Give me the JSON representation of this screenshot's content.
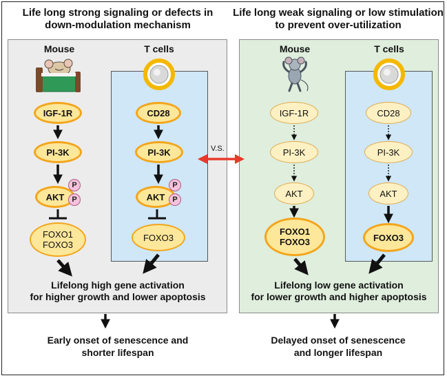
{
  "left": {
    "header": "Life long strong signaling or defects in down-modulation mechanism",
    "mouse_label": "Mouse",
    "tcells_label": "T cells",
    "mouse_nodes": [
      "IGF-1R",
      "PI-3K",
      "AKT",
      "FOXO1",
      "FOXO3"
    ],
    "tcell_nodes": [
      "CD28",
      "PI-3K",
      "AKT",
      "FOXO3"
    ],
    "phospho": "P",
    "outcome_line1": "Lifelong high gene activation",
    "outcome_line2": "for higher growth and lower apoptosis",
    "final_line1": "Early onset of senescence and",
    "final_line2": "shorter lifespan"
  },
  "right": {
    "header": "Life long weak signaling or low stimulation to prevent over-utilization",
    "mouse_label": "Mouse",
    "tcells_label": "T cells",
    "mouse_nodes": [
      "IGF-1R",
      "PI-3K",
      "AKT",
      "FOXO1",
      "FOXO3"
    ],
    "tcell_nodes": [
      "CD28",
      "PI-3K",
      "AKT",
      "FOXO3"
    ],
    "outcome_line1": "Lifelong low gene activation",
    "outcome_line2": "for lower growth and higher apoptosis",
    "final_line1": "Delayed onset of senescence",
    "final_line2": "and longer lifespan"
  },
  "vs_label": "V.S.",
  "colors": {
    "accent_arrow": "#e8392a",
    "node_fill": "#fde79a",
    "node_border": "#f3a51c",
    "tcell_column": "#cfe7f7",
    "left_panel": "#ececec",
    "right_panel": "#dfeedd"
  }
}
